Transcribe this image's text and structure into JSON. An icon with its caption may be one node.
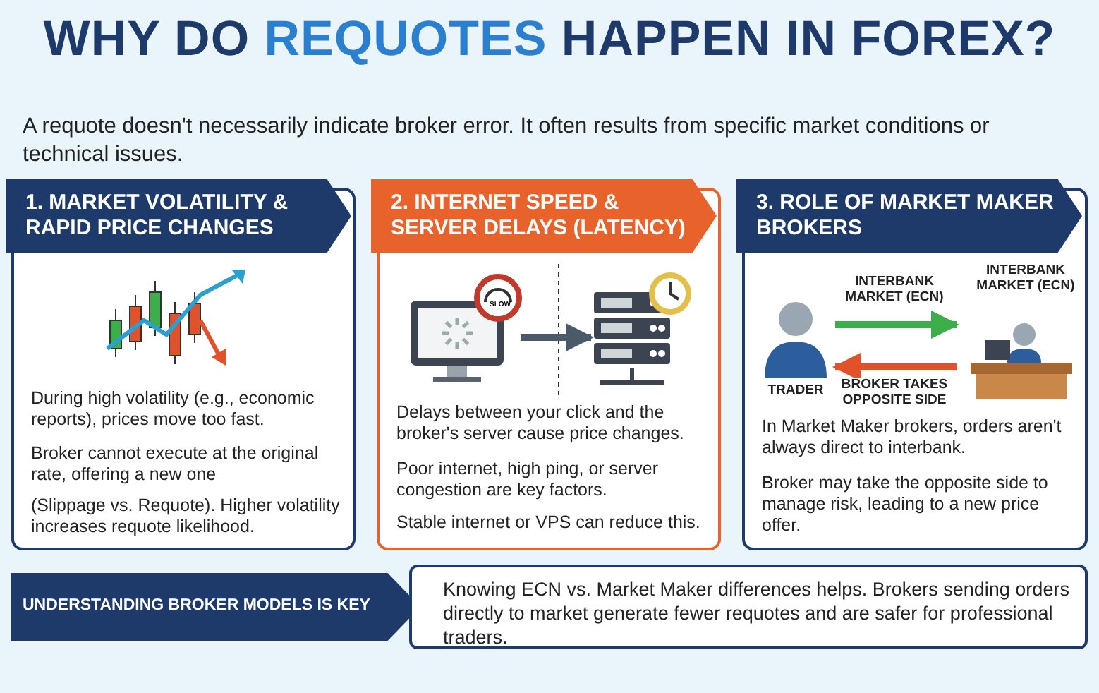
{
  "diagram": {
    "title": "WHY DO **REQUOTES** HAPPEN IN FOREX?",
    "nodes": [
      {
        "text": [
          "1. MARKET VOLATILITY & RAPID PRICE CHANGES",
          "During high volatility (e.g., economic reports), prices move too fast.",
          "Broker cannot execute at the original rate, offering a new one",
          "(Slippage vs. Requote). Higher volatility increases requote likelihood."
        ]
      },
      {
        "text": [
          "2. INTERNET SPEED & SERVER DELAYS (LATENCY)",
          "Delays between your click and the broker's server cause price changes.",
          "Poor internet, high ping, or server congestion are key factors.",
          "Stable internet or VPS can reduce this."
        ]
      },
      {
        "text": [],
        "shape": "picture",
        "in": 1
      },
      {
        "text": [],
        "shape": "picture",
        "in": 1
      },
      {
        "text": [
          "3. ROLE OF MARKET MAKER BROKERS",
          "In Market Maker brokers, orders aren't always direct to interbank.",
          "Broker may take the opposite side to manage risk, leading to a new price offer."
        ]
      },
      {
        "text": [
          "TRADER"
        ],
        "in": 4
      },
      {
        "text": [
          "INTERBANK MARKET (ECN)"
        ],
        "in": 4
      },
      {
        "text": [
          "UNDERSTANDING BROKER MODELS IS KEY",
          "Knowing ECN vs. Market Maker differences helps. Brokers sending orders directly to market generate fewer requotes and are safer for professional traders."
        ]
      }
    ],
    "edges": [
      {
        "from": 2,
        "to": 3,
        "arrow": "to",
        "color": "#4a5a6a"
      },
      {
        "from": 5,
        "to": 6,
        "arrow": "to",
        "label": "INTERBANK MARKET (ECN)",
        "color": "#3cae4a"
      },
      {
        "from": 6,
        "to": 5,
        "arrow": "to",
        "label": "BROKER TAKES OPPOSITE SIDE",
        "color": "#e2522a"
      }
    ],
    "labels": [
      "A requote doesn't necessarily indicate broker error. It often results from specific market conditions or technical issues.",
      "SLOW"
    ]
  }
}
